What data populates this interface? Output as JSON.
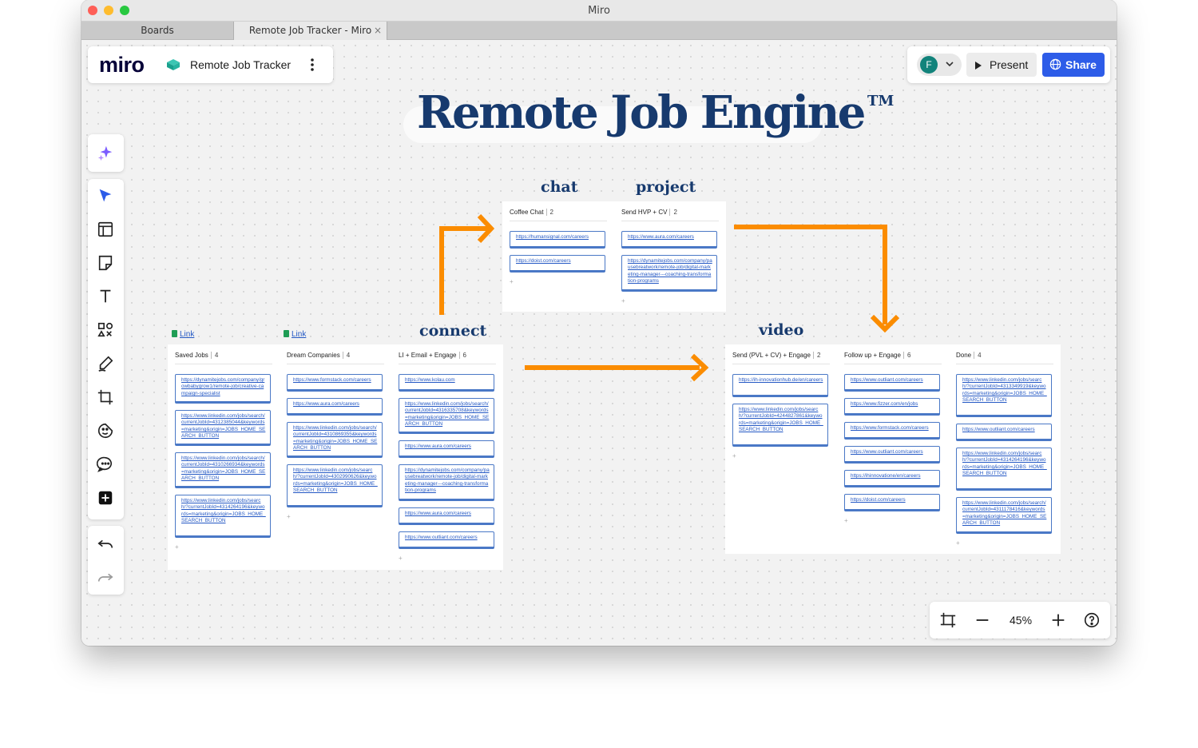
{
  "window": {
    "title": "Miro"
  },
  "tabs": [
    {
      "label": "Boards",
      "active": false
    },
    {
      "label": "Remote Job Tracker - Miro",
      "active": true,
      "close": "×"
    }
  ],
  "header": {
    "logo": "miro",
    "board_name": "Remote Job Tracker",
    "more_icon": "more-vertical-icon"
  },
  "top_right": {
    "avatar_initial": "F",
    "present_label": "Present",
    "share_label": "Share",
    "accent": "#2d5ce8"
  },
  "board_title": {
    "text": "Remote Job Engine",
    "trademark": "TM"
  },
  "section_labels": {
    "chat": "chat",
    "project": "project",
    "connect": "connect",
    "video": "video"
  },
  "link_labels": [
    "Link",
    "Link"
  ],
  "columns": [
    {
      "title": "Saved Jobs",
      "count": "4",
      "cards": [
        "https://dynamitejobs.com/company/growbabygrow1/remote-job/creative-campaign-specialist",
        "https://www.linkedin.com/jobs/search/currentJobId=4312385044&keywords=marketing&origin=JOBS_HOME_SEARCH_BUTTON",
        "https://www.linkedin.com/jobs/search/currentJobId=4310266934&keywords=marketing&origin=JOBS_HOME_SEARCH_BUTTON",
        "https://www.linkedin.com/jobs/search/?currentJobId=4314264196&keywords=marketing&origin=JOBS_HOME_SEARCH_BUTTON"
      ]
    },
    {
      "title": "Dream Companies",
      "count": "4",
      "cards": [
        "https://www.formstack.com/careers",
        "https://www.aura.com/careers",
        "https://www.linkedin.com/jobs/search/currentJobId=4310869355&keywords=marketing&origin=JOBS_HOME_SEARCH_BUTTON",
        "https://www.linkedin.com/jobs/search/?currentJobId=4302990626&keywords=marketing&origin=JOBS_HOME_SEARCH_BUTTON"
      ]
    },
    {
      "title": "LI + Email + Engage",
      "count": "6",
      "cards": [
        "https://www.kolau.com",
        "https://www.linkedin.com/jobs/search/currentJobId=4316335708&keywords=marketing&origin=JOBS_HOME_SEARCH_BUTTON",
        "https://www.aura.com/careers",
        "https://dynamitejobs.com/company/pausebreatwork/remote-job/digital-marketing-manager---coaching-transformation-programs",
        "https://www.aura.com/careers",
        "https://www.outliant.com/careers"
      ]
    },
    {
      "title": "Coffee Chat",
      "count": "2",
      "cards": [
        "https://humansignal.com/careers",
        "https://doist.com/careers"
      ]
    },
    {
      "title": "Send HVP + CV",
      "count": "2",
      "cards": [
        "https://www.aura.com/careers",
        "https://dynamitejobs.com/company/pausebreatwork/remote-job/digital-marketing-manager---coaching-transformation-programs"
      ]
    },
    {
      "title": "Send (PVL + CV) + Engage",
      "count": "2",
      "cards": [
        "https://ih-innovationhub.de/en/careers",
        "https://www.linkedin.com/jobs/search/?currentJobId=4244827861&keywords=marketing&origin=JOBS_HOME_SEARCH_BUTTON"
      ]
    },
    {
      "title": "Follow up + Engage",
      "count": "6",
      "cards": [
        "https://www.outliant.com/careers",
        "https://www.fizzer.com/en/jobs",
        "https://www.formstack.com/careers",
        "https://www.outliant.com/careers",
        "https://ihinnovatione/en/careers",
        "https://doist.com/careers"
      ]
    },
    {
      "title": "Done",
      "count": "4",
      "cards": [
        "https://www.linkedin.com/jobs/search/?currentJobId=4313349919&keywords=marketing&origin=JOBS_HOME_SEARCH_BUTTON",
        "https://www.outliant.com/careers",
        "https://www.linkedin.com/jobs/search/?currentJobId=4314264196&keywords=marketing&origin=JOBS_HOME_SEARCH_BUTTON",
        "https://www.linkedin.com/jobs/search/currentJobId=4311178416&keywords=marketing&origin=JOBS_HOME_SEARCH_BUTTON"
      ]
    }
  ],
  "add_symbol": "+",
  "zoom": {
    "level": "45%"
  },
  "colors": {
    "arrow": "#fb8c00",
    "title": "#173a6e",
    "link": "#2458c4"
  }
}
